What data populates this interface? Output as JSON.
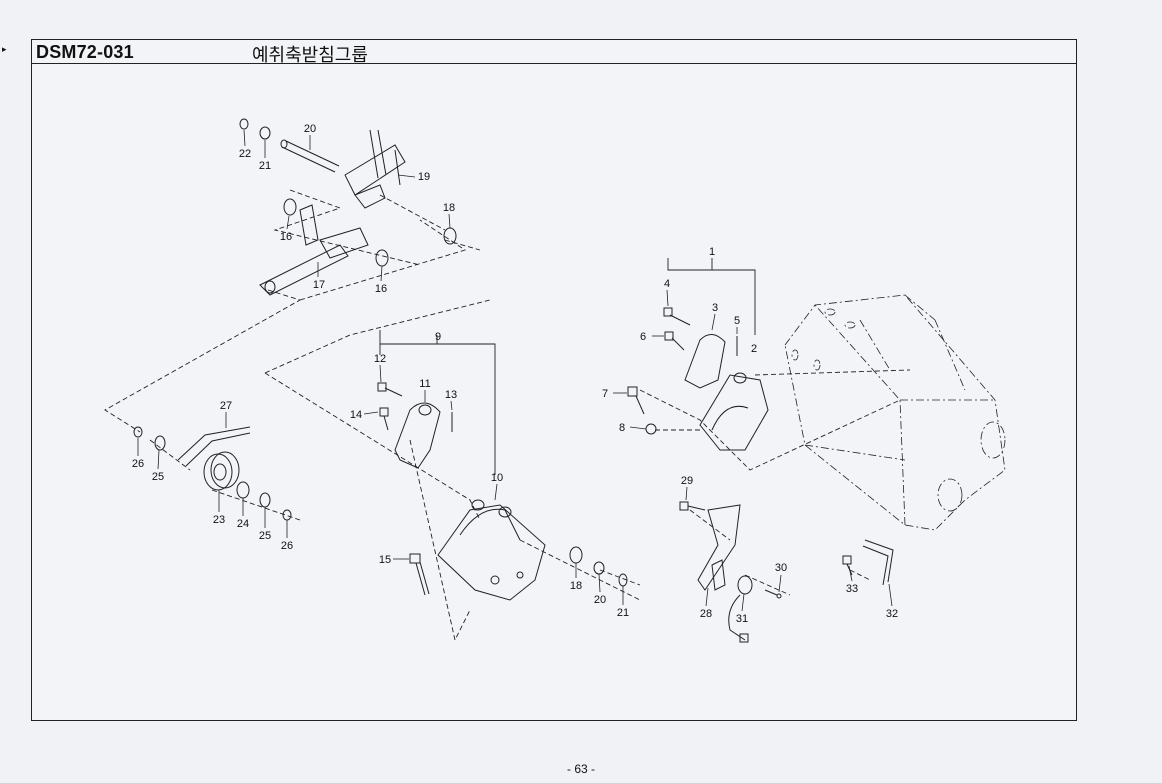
{
  "header": {
    "code": "DSM72-031",
    "title": "예취축받침그룹"
  },
  "page_number": "- 63 -",
  "callouts": [
    "1",
    "2",
    "3",
    "4",
    "5",
    "6",
    "7",
    "8",
    "9",
    "10",
    "11",
    "12",
    "13",
    "14",
    "15",
    "16",
    "16",
    "17",
    "18",
    "18",
    "19",
    "20",
    "20",
    "21",
    "21",
    "22",
    "23",
    "24",
    "25",
    "25",
    "26",
    "26",
    "27",
    "28",
    "29",
    "30",
    "31",
    "32",
    "33"
  ]
}
